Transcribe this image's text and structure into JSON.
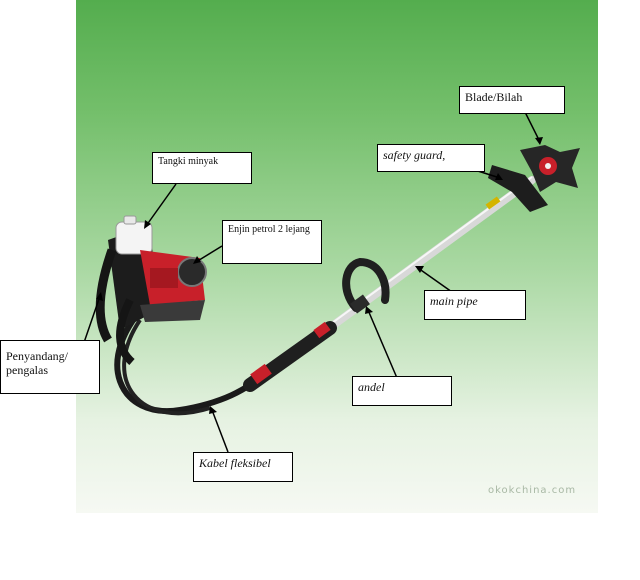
{
  "labels": {
    "blade": "Blade/Bilah",
    "safety_guard": "safety guard,",
    "fuel_tank": "Tangki minyak",
    "engine": "Enjin petrol 2 lejang",
    "main_pipe": "main pipe",
    "harness": "Penyandang/ pengalas",
    "handle": "andel",
    "flexible_cable": "Kabel fleksibel"
  },
  "watermark": "okokchina.com",
  "colors": {
    "background_top": "#54ad4e",
    "background_bottom": "#f6f9f3",
    "engine_red": "#c8202a",
    "frame_black": "#1c1c1c",
    "pipe_silver": "#d8d8d8"
  }
}
